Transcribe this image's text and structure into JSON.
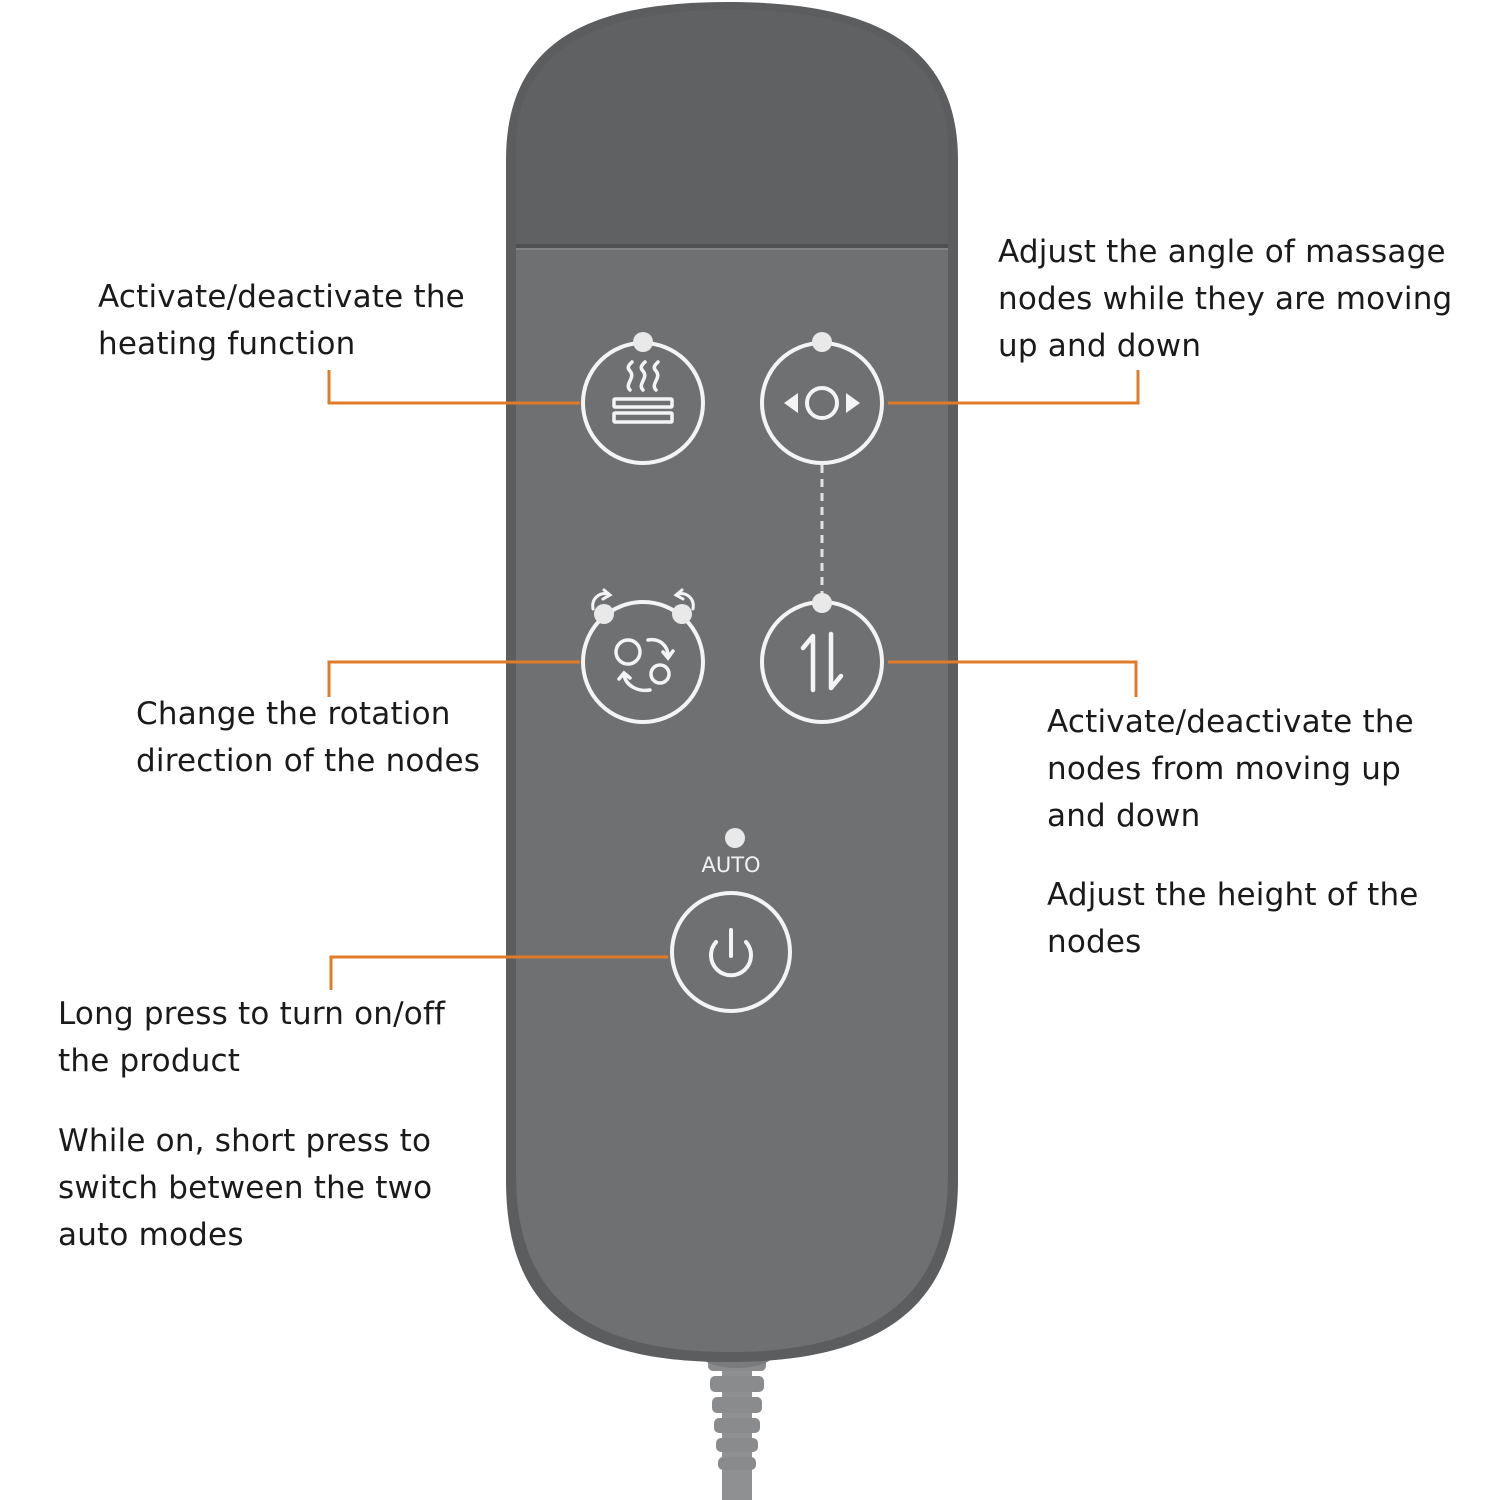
{
  "colors": {
    "background": "#ffffff",
    "remote_body": "#6e6f71",
    "remote_top": "#5f6062",
    "icon_stroke": "#f4f4f4",
    "indicator": "#e9e9e9",
    "callout_line": "#e07b2a",
    "text": "#1a1a1a",
    "cable": "#8f9092"
  },
  "icons": {
    "heat_button": "heat-waves-icon",
    "angle_button": "angle-arrows-icon",
    "rotation_button": "rotation-direction-icon",
    "updown_button": "up-down-arrows-icon",
    "power_button": "power-icon"
  },
  "remote": {
    "auto_label": "AUTO"
  },
  "callouts": {
    "heating": {
      "line1": "Activate/deactivate the",
      "line2": "heating function"
    },
    "angle": {
      "line1": "Adjust the angle of massage",
      "line2": "nodes while they are moving",
      "line3": "up and down"
    },
    "rotation": {
      "line1": "Change the rotation",
      "line2": "direction of the nodes"
    },
    "updown": {
      "line1": "Activate/deactivate the",
      "line2": "nodes from moving up",
      "line3": "and down"
    },
    "height": {
      "line1": "Adjust the height of the",
      "line2": "nodes"
    },
    "power": {
      "line1": "Long press to turn on/off",
      "line2": "the product"
    },
    "short_press": {
      "line1": "While on, short press to",
      "line2": "switch between the two",
      "line3": "auto modes"
    }
  }
}
